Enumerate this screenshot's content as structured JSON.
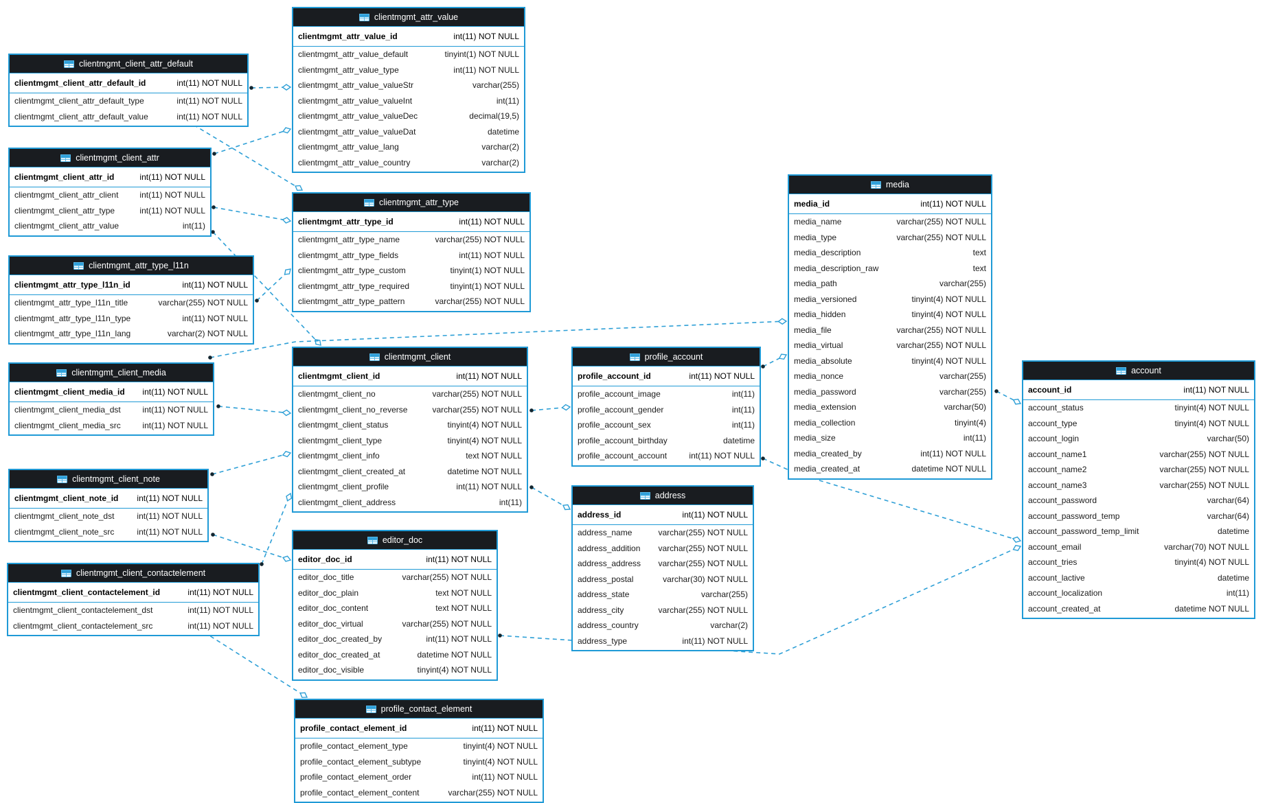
{
  "diagram": {
    "background_color": "#ffffff",
    "table_border_color": "#1f9ad6",
    "table_header_bg": "#191c20",
    "table_header_text_color": "#ffffff",
    "row_text_color": "#1a1a1a",
    "relationship_line_color": "#2d9fd6",
    "table_icon": "table-grid-icon"
  },
  "tables": [
    {
      "name": "clientmgmt_attr_value",
      "primary_key": {
        "field": "clientmgmt_attr_value_id",
        "type": "int(11) NOT NULL"
      },
      "columns": [
        {
          "field": "clientmgmt_attr_value_default",
          "type": "tinyint(1) NOT NULL"
        },
        {
          "field": "clientmgmt_attr_value_type",
          "type": "int(11) NOT NULL"
        },
        {
          "field": "clientmgmt_attr_value_valueStr",
          "type": "varchar(255)"
        },
        {
          "field": "clientmgmt_attr_value_valueInt",
          "type": "int(11)"
        },
        {
          "field": "clientmgmt_attr_value_valueDec",
          "type": "decimal(19,5)"
        },
        {
          "field": "clientmgmt_attr_value_valueDat",
          "type": "datetime"
        },
        {
          "field": "clientmgmt_attr_value_lang",
          "type": "varchar(2)"
        },
        {
          "field": "clientmgmt_attr_value_country",
          "type": "varchar(2)"
        }
      ]
    },
    {
      "name": "clientmgmt_client_attr_default",
      "primary_key": {
        "field": "clientmgmt_client_attr_default_id",
        "type": "int(11) NOT NULL"
      },
      "columns": [
        {
          "field": "clientmgmt_client_attr_default_type",
          "type": "int(11) NOT NULL"
        },
        {
          "field": "clientmgmt_client_attr_default_value",
          "type": "int(11) NOT NULL"
        }
      ]
    },
    {
      "name": "clientmgmt_client_attr",
      "primary_key": {
        "field": "clientmgmt_client_attr_id",
        "type": "int(11) NOT NULL"
      },
      "columns": [
        {
          "field": "clientmgmt_client_attr_client",
          "type": "int(11) NOT NULL"
        },
        {
          "field": "clientmgmt_client_attr_type",
          "type": "int(11) NOT NULL"
        },
        {
          "field": "clientmgmt_client_attr_value",
          "type": "int(11)"
        }
      ]
    },
    {
      "name": "clientmgmt_attr_type_l11n",
      "primary_key": {
        "field": "clientmgmt_attr_type_l11n_id",
        "type": "int(11) NOT NULL"
      },
      "columns": [
        {
          "field": "clientmgmt_attr_type_l11n_title",
          "type": "varchar(255) NOT NULL"
        },
        {
          "field": "clientmgmt_attr_type_l11n_type",
          "type": "int(11) NOT NULL"
        },
        {
          "field": "clientmgmt_attr_type_l11n_lang",
          "type": "varchar(2) NOT NULL"
        }
      ]
    },
    {
      "name": "clientmgmt_client_media",
      "primary_key": {
        "field": "clientmgmt_client_media_id",
        "type": "int(11) NOT NULL"
      },
      "columns": [
        {
          "field": "clientmgmt_client_media_dst",
          "type": "int(11) NOT NULL"
        },
        {
          "field": "clientmgmt_client_media_src",
          "type": "int(11) NOT NULL"
        }
      ]
    },
    {
      "name": "clientmgmt_client_note",
      "primary_key": {
        "field": "clientmgmt_client_note_id",
        "type": "int(11) NOT NULL"
      },
      "columns": [
        {
          "field": "clientmgmt_client_note_dst",
          "type": "int(11) NOT NULL"
        },
        {
          "field": "clientmgmt_client_note_src",
          "type": "int(11) NOT NULL"
        }
      ]
    },
    {
      "name": "clientmgmt_client_contactelement",
      "primary_key": {
        "field": "clientmgmt_client_contactelement_id",
        "type": "int(11) NOT NULL"
      },
      "columns": [
        {
          "field": "clientmgmt_client_contactelement_dst",
          "type": "int(11) NOT NULL"
        },
        {
          "field": "clientmgmt_client_contactelement_src",
          "type": "int(11) NOT NULL"
        }
      ]
    },
    {
      "name": "clientmgmt_attr_type",
      "primary_key": {
        "field": "clientmgmt_attr_type_id",
        "type": "int(11) NOT NULL"
      },
      "columns": [
        {
          "field": "clientmgmt_attr_type_name",
          "type": "varchar(255) NOT NULL"
        },
        {
          "field": "clientmgmt_attr_type_fields",
          "type": "int(11) NOT NULL"
        },
        {
          "field": "clientmgmt_attr_type_custom",
          "type": "tinyint(1) NOT NULL"
        },
        {
          "field": "clientmgmt_attr_type_required",
          "type": "tinyint(1) NOT NULL"
        },
        {
          "field": "clientmgmt_attr_type_pattern",
          "type": "varchar(255) NOT NULL"
        }
      ]
    },
    {
      "name": "clientmgmt_client",
      "primary_key": {
        "field": "clientmgmt_client_id",
        "type": "int(11) NOT NULL"
      },
      "columns": [
        {
          "field": "clientmgmt_client_no",
          "type": "varchar(255) NOT NULL"
        },
        {
          "field": "clientmgmt_client_no_reverse",
          "type": "varchar(255) NOT NULL"
        },
        {
          "field": "clientmgmt_client_status",
          "type": "tinyint(4) NOT NULL"
        },
        {
          "field": "clientmgmt_client_type",
          "type": "tinyint(4) NOT NULL"
        },
        {
          "field": "clientmgmt_client_info",
          "type": "text NOT NULL"
        },
        {
          "field": "clientmgmt_client_created_at",
          "type": "datetime NOT NULL"
        },
        {
          "field": "clientmgmt_client_profile",
          "type": "int(11) NOT NULL"
        },
        {
          "field": "clientmgmt_client_address",
          "type": "int(11)"
        }
      ]
    },
    {
      "name": "editor_doc",
      "primary_key": {
        "field": "editor_doc_id",
        "type": "int(11) NOT NULL"
      },
      "columns": [
        {
          "field": "editor_doc_title",
          "type": "varchar(255) NOT NULL"
        },
        {
          "field": "editor_doc_plain",
          "type": "text NOT NULL"
        },
        {
          "field": "editor_doc_content",
          "type": "text NOT NULL"
        },
        {
          "field": "editor_doc_virtual",
          "type": "varchar(255) NOT NULL"
        },
        {
          "field": "editor_doc_created_by",
          "type": "int(11) NOT NULL"
        },
        {
          "field": "editor_doc_created_at",
          "type": "datetime NOT NULL"
        },
        {
          "field": "editor_doc_visible",
          "type": "tinyint(4) NOT NULL"
        }
      ]
    },
    {
      "name": "profile_contact_element",
      "primary_key": {
        "field": "profile_contact_element_id",
        "type": "int(11) NOT NULL"
      },
      "columns": [
        {
          "field": "profile_contact_element_type",
          "type": "tinyint(4) NOT NULL"
        },
        {
          "field": "profile_contact_element_subtype",
          "type": "tinyint(4) NOT NULL"
        },
        {
          "field": "profile_contact_element_order",
          "type": "int(11) NOT NULL"
        },
        {
          "field": "profile_contact_element_content",
          "type": "varchar(255) NOT NULL"
        }
      ]
    },
    {
      "name": "profile_account",
      "primary_key": {
        "field": "profile_account_id",
        "type": "int(11) NOT NULL"
      },
      "columns": [
        {
          "field": "profile_account_image",
          "type": "int(11)"
        },
        {
          "field": "profile_account_gender",
          "type": "int(11)"
        },
        {
          "field": "profile_account_sex",
          "type": "int(11)"
        },
        {
          "field": "profile_account_birthday",
          "type": "datetime"
        },
        {
          "field": "profile_account_account",
          "type": "int(11) NOT NULL"
        }
      ]
    },
    {
      "name": "address",
      "primary_key": {
        "field": "address_id",
        "type": "int(11) NOT NULL"
      },
      "columns": [
        {
          "field": "address_name",
          "type": "varchar(255) NOT NULL"
        },
        {
          "field": "address_addition",
          "type": "varchar(255) NOT NULL"
        },
        {
          "field": "address_address",
          "type": "varchar(255) NOT NULL"
        },
        {
          "field": "address_postal",
          "type": "varchar(30) NOT NULL"
        },
        {
          "field": "address_state",
          "type": "varchar(255)"
        },
        {
          "field": "address_city",
          "type": "varchar(255) NOT NULL"
        },
        {
          "field": "address_country",
          "type": "varchar(2)"
        },
        {
          "field": "address_type",
          "type": "int(11) NOT NULL"
        }
      ]
    },
    {
      "name": "media",
      "primary_key": {
        "field": "media_id",
        "type": "int(11) NOT NULL"
      },
      "columns": [
        {
          "field": "media_name",
          "type": "varchar(255) NOT NULL"
        },
        {
          "field": "media_type",
          "type": "varchar(255) NOT NULL"
        },
        {
          "field": "media_description",
          "type": "text"
        },
        {
          "field": "media_description_raw",
          "type": "text"
        },
        {
          "field": "media_path",
          "type": "varchar(255)"
        },
        {
          "field": "media_versioned",
          "type": "tinyint(4) NOT NULL"
        },
        {
          "field": "media_hidden",
          "type": "tinyint(4) NOT NULL"
        },
        {
          "field": "media_file",
          "type": "varchar(255) NOT NULL"
        },
        {
          "field": "media_virtual",
          "type": "varchar(255) NOT NULL"
        },
        {
          "field": "media_absolute",
          "type": "tinyint(4) NOT NULL"
        },
        {
          "field": "media_nonce",
          "type": "varchar(255)"
        },
        {
          "field": "media_password",
          "type": "varchar(255)"
        },
        {
          "field": "media_extension",
          "type": "varchar(50)"
        },
        {
          "field": "media_collection",
          "type": "tinyint(4)"
        },
        {
          "field": "media_size",
          "type": "int(11)"
        },
        {
          "field": "media_created_by",
          "type": "int(11) NOT NULL"
        },
        {
          "field": "media_created_at",
          "type": "datetime NOT NULL"
        }
      ]
    },
    {
      "name": "account",
      "primary_key": {
        "field": "account_id",
        "type": "int(11) NOT NULL"
      },
      "columns": [
        {
          "field": "account_status",
          "type": "tinyint(4) NOT NULL"
        },
        {
          "field": "account_type",
          "type": "tinyint(4) NOT NULL"
        },
        {
          "field": "account_login",
          "type": "varchar(50)"
        },
        {
          "field": "account_name1",
          "type": "varchar(255) NOT NULL"
        },
        {
          "field": "account_name2",
          "type": "varchar(255) NOT NULL"
        },
        {
          "field": "account_name3",
          "type": "varchar(255) NOT NULL"
        },
        {
          "field": "account_password",
          "type": "varchar(64)"
        },
        {
          "field": "account_password_temp",
          "type": "varchar(64)"
        },
        {
          "field": "account_password_temp_limit",
          "type": "datetime"
        },
        {
          "field": "account_email",
          "type": "varchar(70) NOT NULL"
        },
        {
          "field": "account_tries",
          "type": "tinyint(4) NOT NULL"
        },
        {
          "field": "account_lactive",
          "type": "datetime"
        },
        {
          "field": "account_localization",
          "type": "int(11)"
        },
        {
          "field": "account_created_at",
          "type": "datetime NOT NULL"
        }
      ]
    }
  ],
  "relationships": [
    {
      "from": "clientmgmt_client_attr_default",
      "to": "clientmgmt_attr_value"
    },
    {
      "from": "clientmgmt_client_attr_default",
      "to": "clientmgmt_attr_type"
    },
    {
      "from": "clientmgmt_client_attr",
      "to": "clientmgmt_attr_value"
    },
    {
      "from": "clientmgmt_client_attr",
      "to": "clientmgmt_attr_type"
    },
    {
      "from": "clientmgmt_client_attr",
      "to": "clientmgmt_client"
    },
    {
      "from": "clientmgmt_attr_type_l11n",
      "to": "clientmgmt_attr_type"
    },
    {
      "from": "clientmgmt_client_media",
      "to": "media"
    },
    {
      "from": "clientmgmt_client_media",
      "to": "clientmgmt_client"
    },
    {
      "from": "clientmgmt_client_note",
      "to": "clientmgmt_client"
    },
    {
      "from": "clientmgmt_client_note",
      "to": "editor_doc"
    },
    {
      "from": "clientmgmt_client_contactelement",
      "to": "clientmgmt_client"
    },
    {
      "from": "clientmgmt_client_contactelement",
      "to": "profile_contact_element"
    },
    {
      "from": "clientmgmt_client",
      "to": "profile_account"
    },
    {
      "from": "clientmgmt_client",
      "to": "address"
    },
    {
      "from": "profile_account",
      "to": "media"
    },
    {
      "from": "profile_account",
      "to": "account"
    },
    {
      "from": "media",
      "to": "account"
    },
    {
      "from": "editor_doc",
      "to": "account"
    }
  ]
}
